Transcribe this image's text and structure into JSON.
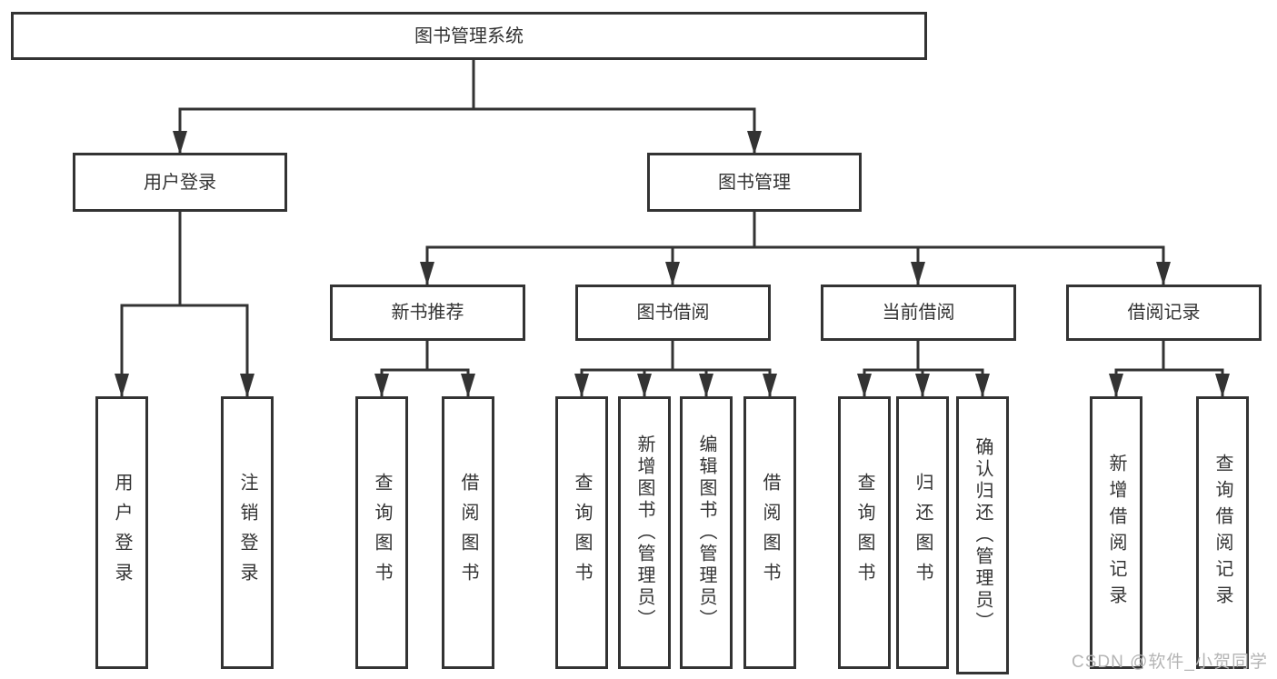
{
  "nodes": {
    "root": {
      "label": "图书管理系统"
    },
    "level2": [
      {
        "label": "用户登录"
      },
      {
        "label": "图书管理"
      }
    ],
    "level3": [
      {
        "label": "新书推荐"
      },
      {
        "label": "图书借阅"
      },
      {
        "label": "当前借阅"
      },
      {
        "label": "借阅记录"
      }
    ],
    "leaves": {
      "user_login": [
        {
          "label": "用户登录"
        },
        {
          "label": "注销登录"
        }
      ],
      "new_books": [
        {
          "label": "查询图书"
        },
        {
          "label": "借阅图书"
        }
      ],
      "borrowing": [
        {
          "label": "查询图书"
        },
        {
          "label": "新增图书（管理员）"
        },
        {
          "label": "编辑图书（管理员）"
        },
        {
          "label": "借阅图书"
        }
      ],
      "current": [
        {
          "label": "查询图书"
        },
        {
          "label": "归还图书"
        },
        {
          "label": "确认归还（管理员）"
        }
      ],
      "records": [
        {
          "label": "新增借阅记录"
        },
        {
          "label": "查询借阅记录"
        }
      ]
    }
  },
  "watermark": "CSDN @软件_小贺同学",
  "colors": {
    "line": "#333333",
    "text": "#333333",
    "background": "#ffffff",
    "watermark": "#b5b5b5"
  }
}
